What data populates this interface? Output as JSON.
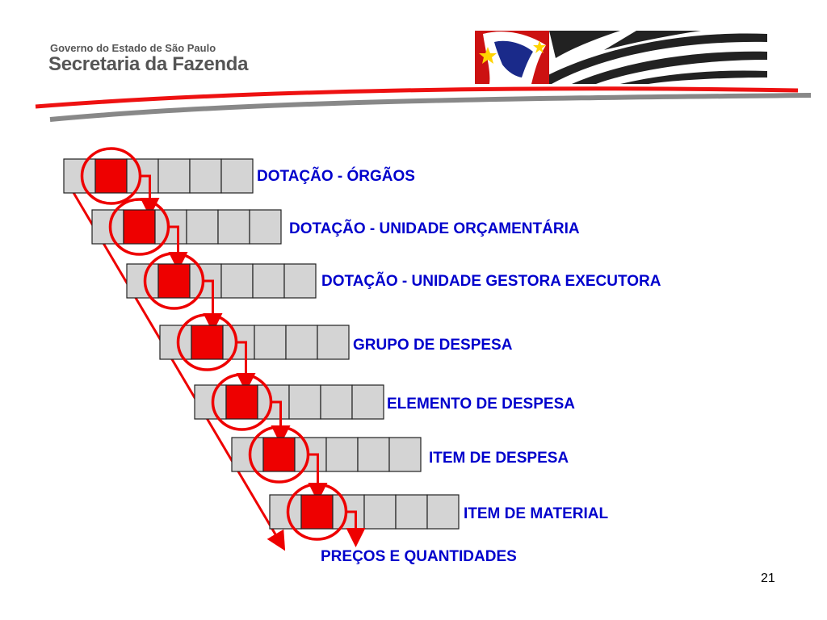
{
  "header": {
    "org_line": "Governo do Estado de São Paulo",
    "dept_name": "Secretaria da Fazenda",
    "flag_icon": "sao-paulo-flag-icon"
  },
  "colors": {
    "label_blue": "#0000cc",
    "highlight_red": "#ee0000",
    "cell_grey": "#d4d4d4",
    "logo_grey": "#555555"
  },
  "levels": [
    {
      "label": "DOTAÇÃO - ÓRGÃOS"
    },
    {
      "label": "DOTAÇÃO - UNIDADE ORÇAMENTÁRIA"
    },
    {
      "label": "DOTAÇÃO - UNIDADE GESTORA EXECUTORA"
    },
    {
      "label": "GRUPO DE DESPESA"
    },
    {
      "label": "ELEMENTO  DE DESPESA"
    },
    {
      "label": "ITEM  DE DESPESA"
    },
    {
      "label": "ITEM  DE MATERIAL"
    }
  ],
  "final_label": "PREÇOS E QUANTIDADES",
  "page_number": "21"
}
